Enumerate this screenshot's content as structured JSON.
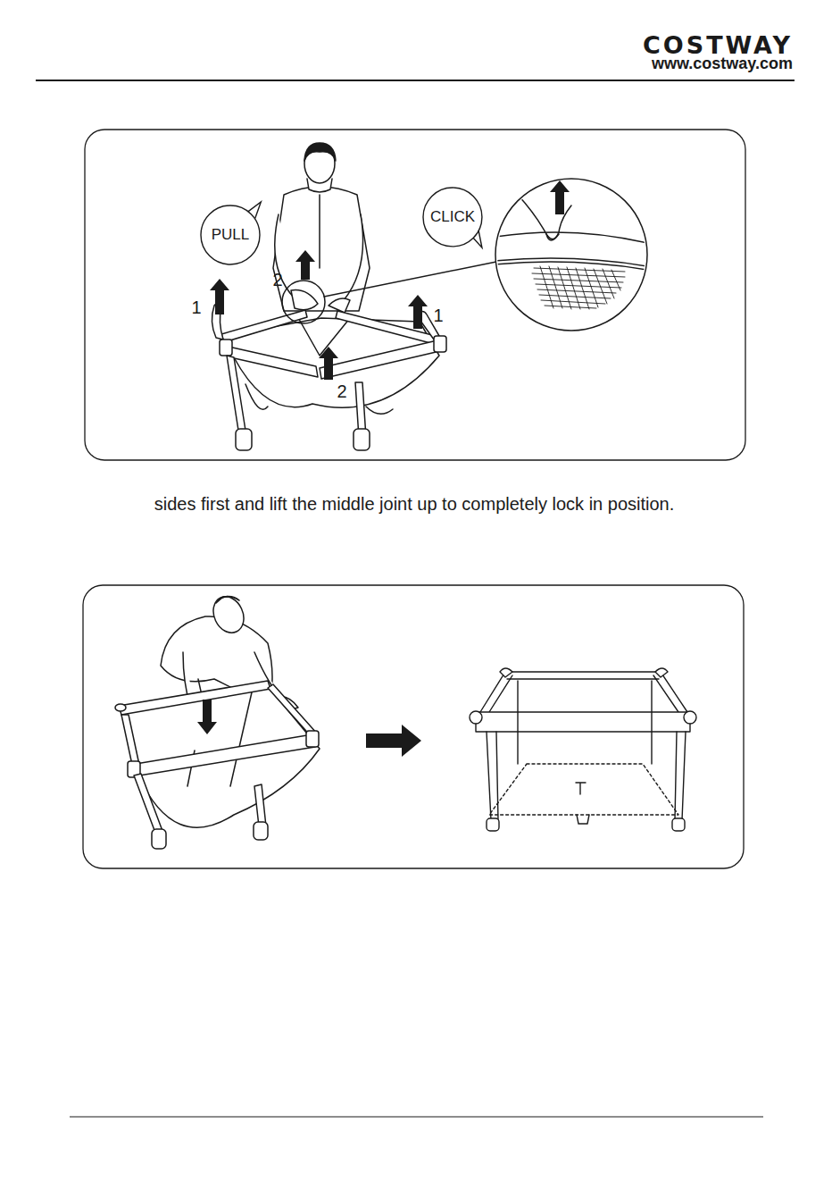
{
  "diagram": {
    "nodes": [
      {
        "text": [
          "PULL"
        ]
      },
      {
        "text": [
          "CLICK"
        ]
      }
    ],
    "labels": [
      "COSTWAY",
      "www.costway.com",
      "2",
      "1",
      "1",
      "2",
      "sides first and lift the middle joint up to completely lock in position."
    ]
  }
}
